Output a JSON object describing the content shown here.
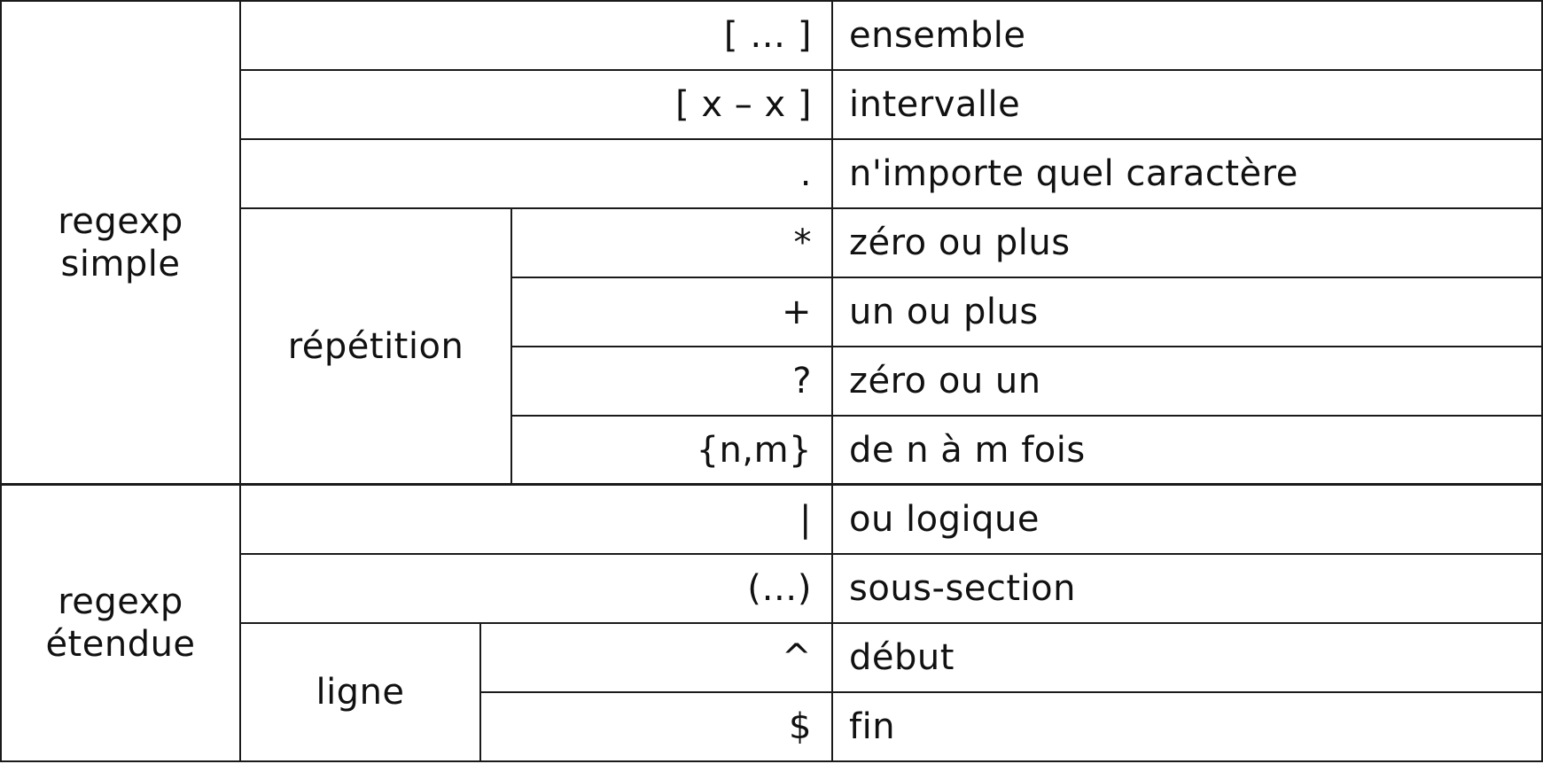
{
  "groups": {
    "simple": {
      "line1": "regexp",
      "line2": "simple"
    },
    "repetition": "répétition",
    "etendue": {
      "line1": "regexp",
      "line2": "étendue"
    },
    "ligne": "ligne"
  },
  "rows": [
    {
      "symbol": "[ … ]",
      "description": "ensemble"
    },
    {
      "symbol": "[ x – x ]",
      "description": "intervalle"
    },
    {
      "symbol": ".",
      "description": "n'importe quel caractère"
    },
    {
      "symbol": "*",
      "description": "zéro ou plus"
    },
    {
      "symbol": "+",
      "description": "un ou plus"
    },
    {
      "symbol": "?",
      "description": "zéro ou un"
    },
    {
      "symbol": "{n,m}",
      "description": "de n à m fois"
    },
    {
      "symbol": "|",
      "description": "ou logique"
    },
    {
      "symbol": "(…)",
      "description": "sous-section"
    },
    {
      "symbol": "^",
      "description": "début"
    },
    {
      "symbol": "$",
      "description": "fin"
    }
  ]
}
